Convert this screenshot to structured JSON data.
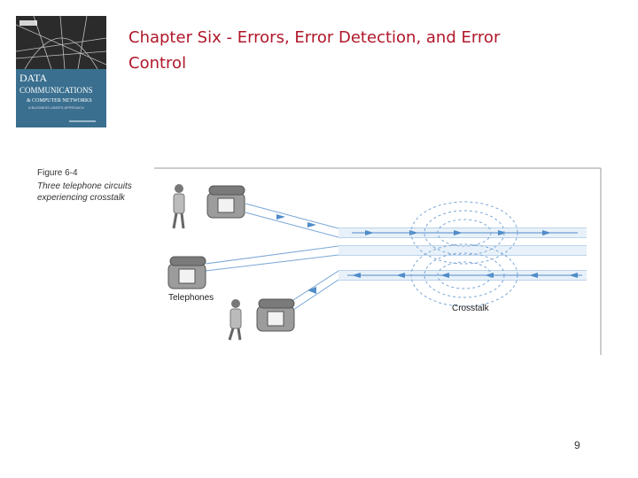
{
  "slide": {
    "title": "Chapter Six - Errors, Error Detection, and Error Control",
    "page_number": "9"
  },
  "book_cover": {
    "title_line1": "DATA",
    "title_line2": "COMMUNICATIONS",
    "title_line3": "& COMPUTER NETWORKS",
    "subtitle": "A BUSINESS USER'S APPROACH"
  },
  "figure": {
    "number": "Figure 6-4",
    "caption": "Three telephone circuits experiencing crosstalk",
    "label_telephones": "Telephones",
    "label_crosstalk": "Crosstalk"
  },
  "colors": {
    "title": "#b0172a",
    "line_blue": "#7aa7d6",
    "band": "#e8f1f9",
    "arrow": "#4f8cc9"
  }
}
